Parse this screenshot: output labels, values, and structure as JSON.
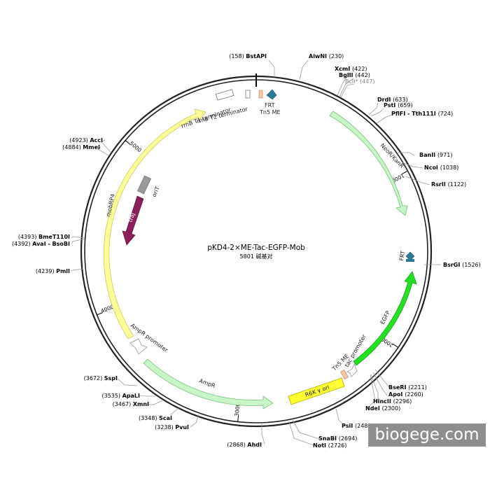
{
  "plasmid": {
    "name": "pKD4-2×ME-Tac-EGFP-Mob",
    "size_label": "5801 碱基对",
    "length": 5801
  },
  "ticks": [
    {
      "pos": 1000,
      "label": "1000"
    },
    {
      "pos": 2000,
      "label": "2000"
    },
    {
      "pos": 3000,
      "label": "3000"
    },
    {
      "pos": 4000,
      "label": "4000"
    },
    {
      "pos": 5000,
      "label": "5000"
    }
  ],
  "features": [
    {
      "name": "NeoR/KanR",
      "type": "arrow",
      "color": "#c8f5c8"
    },
    {
      "name": "EGFP",
      "type": "arrow",
      "color": "#22e022"
    },
    {
      "name": "FRT",
      "type": "marker",
      "color": "#2e7a96"
    },
    {
      "name": "FRT",
      "type": "marker",
      "color": "#2e7a96"
    },
    {
      "name": "tac promoter",
      "type": "arrow",
      "color": "#ffffff"
    },
    {
      "name": "Tn5 ME",
      "type": "box",
      "color": "#f4c8a8"
    },
    {
      "name": "Tn5 ME",
      "type": "box",
      "color": "#f4c8a8"
    },
    {
      "name": "R6K γ ori",
      "type": "box",
      "color": "#ffff33"
    },
    {
      "name": "AmpR",
      "type": "arrow",
      "color": "#c8f5c8"
    },
    {
      "name": "AmpR promoter",
      "type": "arrow",
      "color": "#ffffff"
    },
    {
      "name": "mobRP4",
      "type": "arrow",
      "color": "#ffff99"
    },
    {
      "name": "rrnB T1 terminator",
      "type": "box",
      "color": "#ffffff"
    },
    {
      "name": "rrnB T2 terminator",
      "type": "box",
      "color": "#ffffff"
    },
    {
      "name": "oriT",
      "type": "box",
      "color": "#999999"
    },
    {
      "name": "traJ",
      "type": "arrow",
      "color": "#8b1f5a"
    }
  ],
  "sites": [
    {
      "name": "BstAPI",
      "pos": "(158)",
      "label_first": "pos"
    },
    {
      "name": "AlwNI",
      "pos": "(230)",
      "label_first": "name"
    },
    {
      "name": "XcmI",
      "pos": "(422)",
      "label_first": "name"
    },
    {
      "name": "BglII",
      "pos": "(442)",
      "label_first": "name"
    },
    {
      "name": "BclI*",
      "pos": "(447)",
      "label_first": "name",
      "grey": true
    },
    {
      "name": "DrdI",
      "pos": "(633)",
      "label_first": "name"
    },
    {
      "name": "PstI",
      "pos": "(659)",
      "label_first": "name"
    },
    {
      "name": "PflFI - Tth111I",
      "pos": "(724)",
      "label_first": "name"
    },
    {
      "name": "BanII",
      "pos": "(971)",
      "label_first": "name"
    },
    {
      "name": "NcoI",
      "pos": "(1038)",
      "label_first": "name"
    },
    {
      "name": "RsrII",
      "pos": "(1122)",
      "label_first": "name"
    },
    {
      "name": "BsrGI",
      "pos": "(1526)",
      "label_first": "name"
    },
    {
      "name": "BseRI",
      "pos": "(2211)",
      "label_first": "name"
    },
    {
      "name": "ApoI",
      "pos": "(2260)",
      "label_first": "name"
    },
    {
      "name": "HincII",
      "pos": "(2296)",
      "label_first": "name"
    },
    {
      "name": "NdeI",
      "pos": "(2300)",
      "label_first": "name"
    },
    {
      "name": "PsiI",
      "pos": "(2485)",
      "label_first": "name"
    },
    {
      "name": "SnaBI",
      "pos": "(2694)",
      "label_first": "name"
    },
    {
      "name": "NotI",
      "pos": "(2726)",
      "label_first": "name"
    },
    {
      "name": "AhdI",
      "pos": "(2868)",
      "label_first": "pos"
    },
    {
      "name": "PvuI",
      "pos": "(3238)",
      "label_first": "pos"
    },
    {
      "name": "ScaI",
      "pos": "(3348)",
      "label_first": "pos"
    },
    {
      "name": "XmnI",
      "pos": "(3467)",
      "label_first": "pos"
    },
    {
      "name": "ApaLI",
      "pos": "(3535)",
      "label_first": "pos"
    },
    {
      "name": "SspI",
      "pos": "(3672)",
      "label_first": "pos"
    },
    {
      "name": "PmlI",
      "pos": "(4239)",
      "label_first": "pos"
    },
    {
      "name": "AvaI - BsoBI",
      "pos": "(4392)",
      "label_first": "pos"
    },
    {
      "name": "BmeT110I",
      "pos": "(4393)",
      "label_first": "pos"
    },
    {
      "name": "MmeI",
      "pos": "(4884)",
      "label_first": "pos"
    },
    {
      "name": "AccI",
      "pos": "(4923)",
      "label_first": "pos"
    }
  ],
  "watermark": "biogege.com"
}
